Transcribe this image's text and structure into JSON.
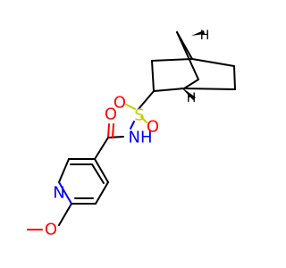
{
  "atoms": {
    "o_carbonyl": "O",
    "nh": "NH",
    "s": "S",
    "o_s1": "O",
    "o_s2": "O",
    "n_pyridine": "N",
    "o_methoxy": "O",
    "h_top": "H",
    "h_bottom": "H"
  },
  "colors": {
    "carbon": "#000000",
    "oxygen": "#ff0000",
    "nitrogen": "#0000ff",
    "sulfur": "#c8c800"
  }
}
